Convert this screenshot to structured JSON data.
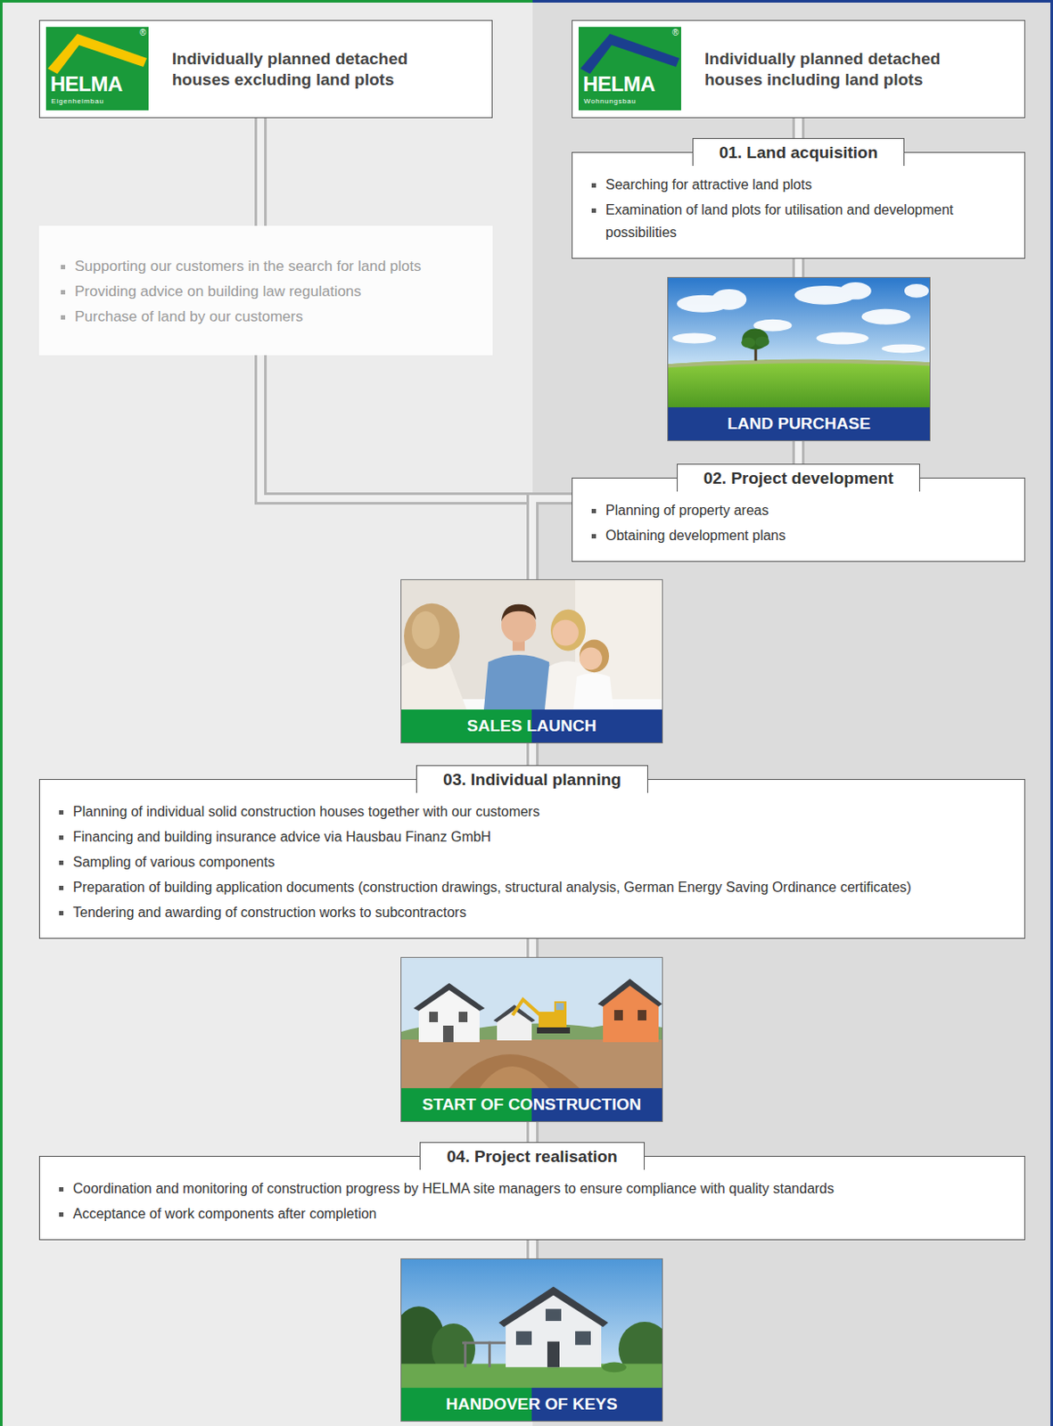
{
  "diagram": {
    "nodes": [
      {
        "text": [
          "Individually planned detached houses excluding land plots"
        ]
      },
      {
        "text": [
          "HELMA",
          "Eigenheimbau",
          "®"
        ],
        "in": 0
      },
      {
        "text": [
          "Individually planned detached houses including land plots"
        ]
      },
      {
        "text": [
          "HELMA",
          "Wohnungsbau",
          "®"
        ],
        "in": 2
      },
      {
        "text": [
          "01. Land acquisition",
          "Searching for attractive land plots",
          "Examination of land plots for utilisation and development possibilities"
        ]
      },
      {
        "text": [
          "Supporting our customers in the search for land plots",
          "Providing advice on building law regulations",
          "Purchase of land by our customers"
        ]
      },
      {
        "text": [
          "LAND PURCHASE"
        ]
      },
      {
        "text": [
          "02. Project development",
          "Planning of property areas",
          "Obtaining development plans"
        ]
      },
      {
        "text": [
          "SALES LAUNCH"
        ]
      },
      {
        "text": [
          "03. Individual planning",
          "Planning of individual solid construction houses together with our customers",
          "Financing and building insurance advice via Hausbau Finanz GmbH",
          "Sampling of various components",
          "Preparation of building application documents (construction drawings, structural analysis, German Energy Saving Ordinance certificates)",
          "Tendering and awarding of construction works to subcontractors"
        ]
      },
      {
        "text": [
          "START OF CONSTRUCTION"
        ]
      },
      {
        "text": [
          "04. Project realisation",
          "Coordination and monitoring of construction progress by HELMA site managers to ensure compliance with quality standards",
          "Acceptance of work components after completion"
        ]
      },
      {
        "text": [
          "HANDOVER OF KEYS"
        ]
      }
    ],
    "edges": [
      {
        "from": 0,
        "to": 5,
        "arrow": "none"
      },
      {
        "from": 5,
        "to": 8,
        "arrow": "none"
      },
      {
        "from": 2,
        "to": 4,
        "arrow": "none"
      },
      {
        "from": 4,
        "to": 6,
        "arrow": "none"
      },
      {
        "from": 6,
        "to": 7,
        "arrow": "none"
      },
      {
        "from": 7,
        "to": 8,
        "arrow": "none"
      },
      {
        "from": 8,
        "to": 9,
        "arrow": "none"
      },
      {
        "from": 9,
        "to": 10,
        "arrow": "none"
      },
      {
        "from": 10,
        "to": 11,
        "arrow": "none"
      },
      {
        "from": 11,
        "to": 12,
        "arrow": "none"
      }
    ]
  }
}
